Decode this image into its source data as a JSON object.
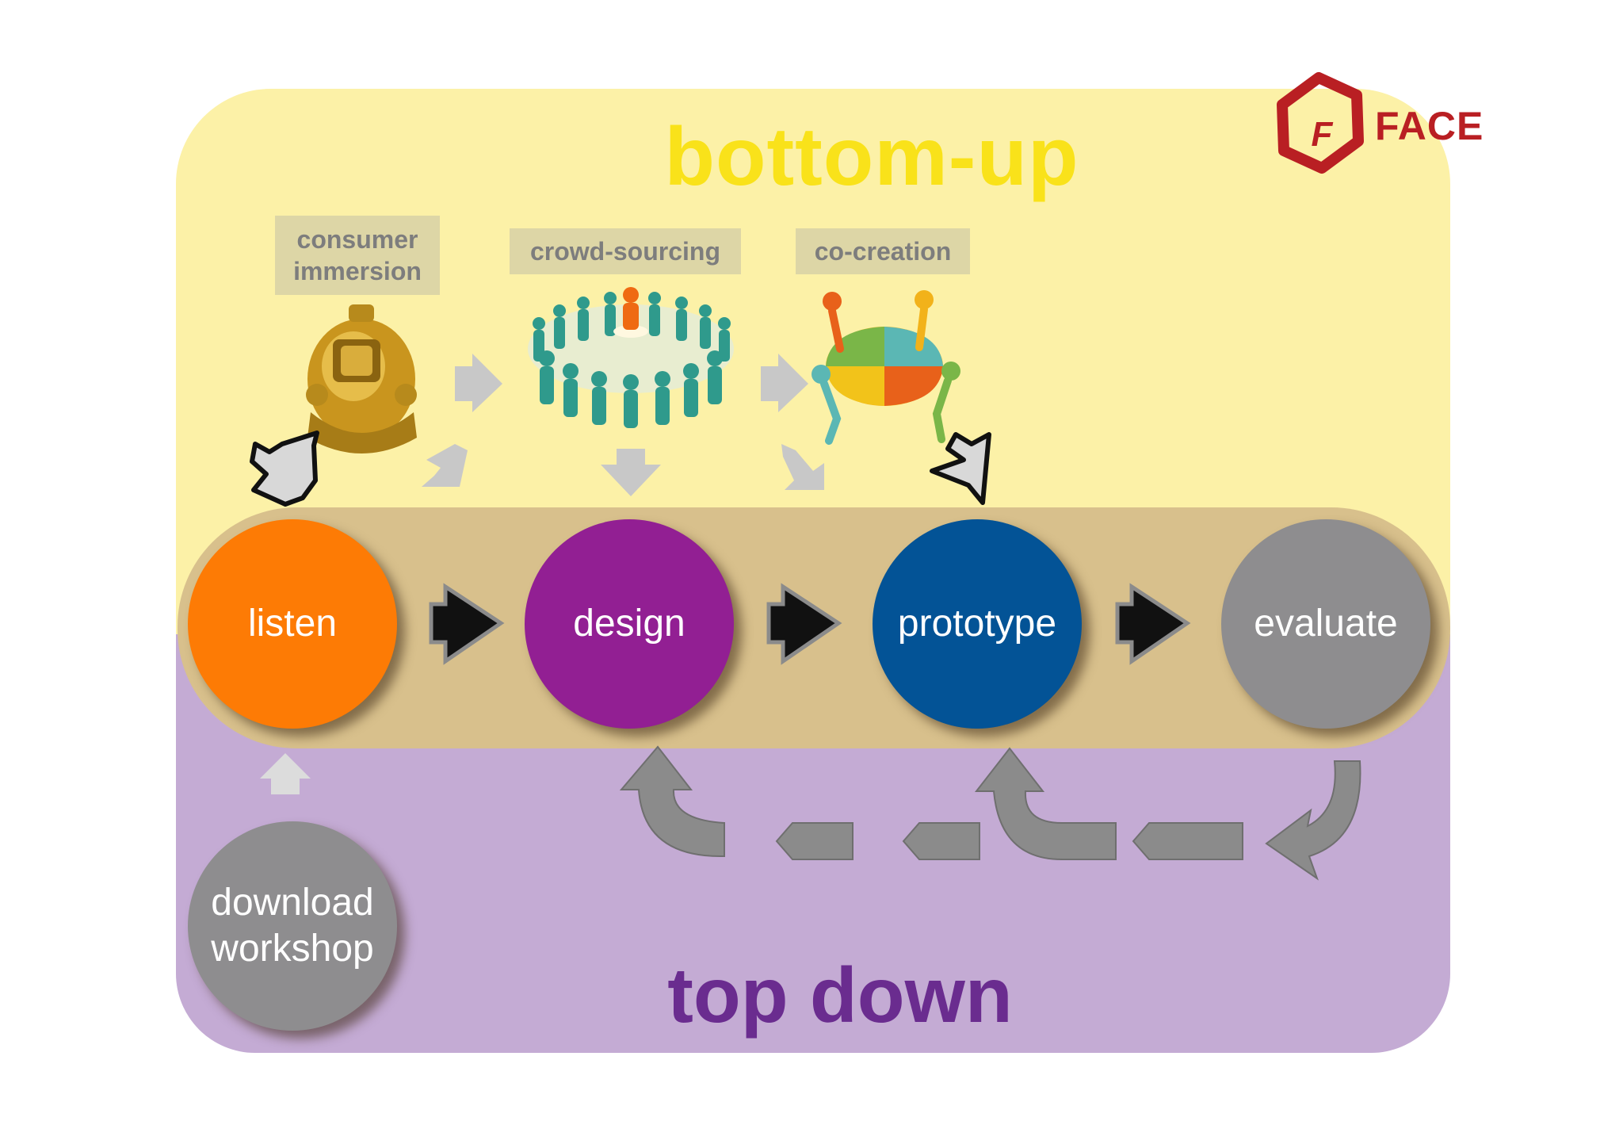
{
  "titles": {
    "bottom_up": "bottom-up",
    "top_down": "top down"
  },
  "logo": {
    "text": "FACE",
    "mark": "F",
    "color": "#b91f23"
  },
  "bottom_up_methods": [
    {
      "label": "consumer\nimmersion",
      "icon": "diving-helmet-icon"
    },
    {
      "label": "crowd-sourcing",
      "icon": "crowd-icon"
    },
    {
      "label": "co-creation",
      "icon": "puzzle-people-icon"
    }
  ],
  "stages": [
    {
      "label": "listen",
      "color": "#fd7b05"
    },
    {
      "label": "design",
      "color": "#921f93"
    },
    {
      "label": "prototype",
      "color": "#035396"
    },
    {
      "label": "evaluate",
      "color": "#8e8d8f"
    }
  ],
  "top_down_entry": {
    "label": "download\nworkshop",
    "color": "#8e8d8f"
  },
  "colors": {
    "bottom_up_panel": "#fcf1a7",
    "top_down_panel": "#c4abd4",
    "process_band": "#d8c08c",
    "bottom_up_title": "#f9e21a",
    "top_down_title": "#6a2c8f"
  }
}
